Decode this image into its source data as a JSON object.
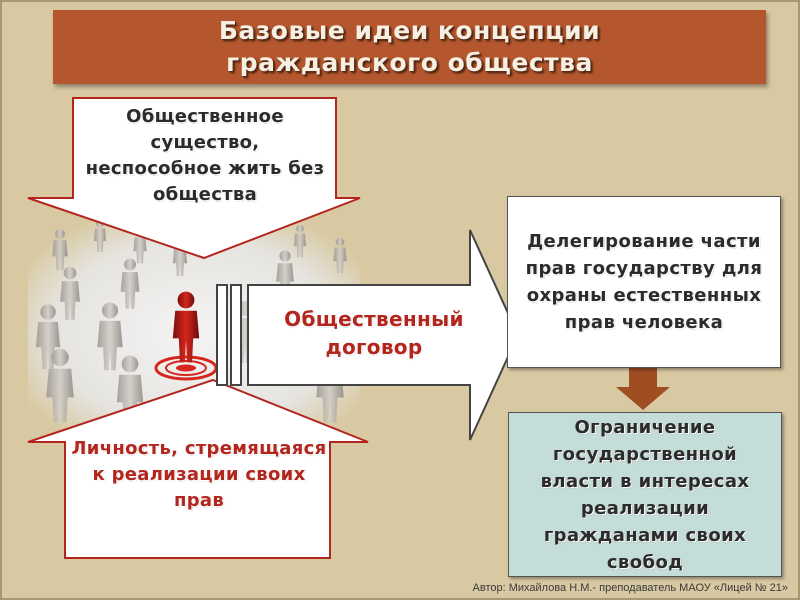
{
  "title": "Базовые идеи концепции гражданского общества",
  "top_arrow_text": "Общественное существо, неспособное жить без общества",
  "bottom_arrow_text": "Личность, стремящаяся к реализации своих прав",
  "center_arrow_text": "Общественный договор",
  "right_box_text": "Делегирование части прав государству для охраны естественных прав человека",
  "bottom_box_text": "Ограничение государственной власти в интересах реализации гражданами своих свобод",
  "footer": "Автор: Михайлова Н.М.- преподаватель МАОУ «Лицей № 21»",
  "colors": {
    "title_bg": "#b4572e",
    "background": "#d8c9a2",
    "accent_red": "#b3261e",
    "bottom_box_bg": "#c5ddd9",
    "connector_arrow": "#a14d22"
  }
}
